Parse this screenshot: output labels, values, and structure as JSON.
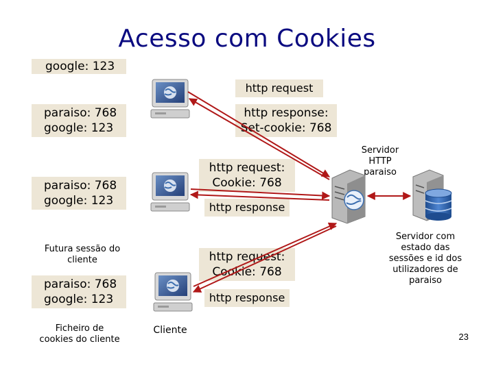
{
  "title": "Acesso com Cookies",
  "cookie_files": [
    {
      "line1": "google: 123",
      "line2": ""
    },
    {
      "line1": "paraiso: 768",
      "line2": "google: 123"
    },
    {
      "line1": "paraiso: 768",
      "line2": "google: 123"
    },
    {
      "line1": "paraiso: 768",
      "line2": "google: 123"
    }
  ],
  "messages": {
    "request1": "http request",
    "response1_line1": "http response:",
    "response1_line2": "Set-cookie: 768",
    "request2_line1": "http request:",
    "request2_line2": "Cookie: 768",
    "response2": "http response",
    "request3_line1": "http request:",
    "request3_line2": "Cookie: 768",
    "response3": "http response"
  },
  "labels": {
    "future_session_line1": "Futura sessão do",
    "future_session_line2": "cliente",
    "cookie_file_line1": "Ficheiro de",
    "cookie_file_line2": "cookies do cliente",
    "client": "Cliente",
    "server_line1": "Servidor",
    "server_line2": "HTTP",
    "server_line3": "paraiso",
    "db_line1": "Servidor com",
    "db_line2": "estado das",
    "db_line3": "sessões e id dos",
    "db_line4": "utilizadores de",
    "db_line5": "paraiso"
  },
  "page_number": "23",
  "colors": {
    "title": "#0a0a80",
    "box_fill": "#ede6d6",
    "arrow": "#b01818"
  },
  "icons": [
    "client-computer-icon",
    "server-icon",
    "database-icon",
    "globe-icon"
  ]
}
